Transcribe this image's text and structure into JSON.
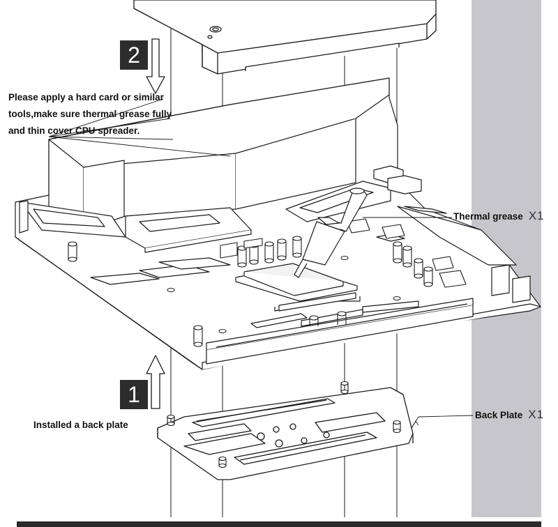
{
  "steps": [
    {
      "number": "1",
      "text": "Installed a back plate"
    },
    {
      "number": "2",
      "lines": [
        "Please apply a hard card or similar",
        "tools,make sure thermal grease fully",
        "and thin cover CPU spreader."
      ]
    }
  ],
  "parts": [
    {
      "name": "Thermal grease",
      "qty": "X1"
    },
    {
      "name": "Back Plate",
      "qty": "X1"
    }
  ],
  "colors": {
    "line": "#1a1a1a",
    "side_panel": "#c6c6cc",
    "step_box": "#2d2d2d",
    "bottom_bar": "#2a2a2a"
  }
}
